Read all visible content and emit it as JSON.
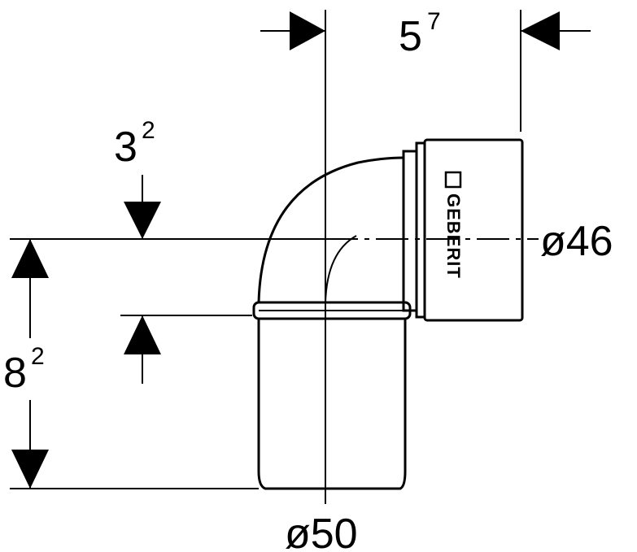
{
  "dimensions": {
    "top_offset": {
      "base": "5",
      "sup": "7"
    },
    "left_upper": {
      "base": "3",
      "sup": "2"
    },
    "left_total": {
      "base": "8",
      "sup": "2"
    },
    "right_diameter": "ø46",
    "bottom_diameter": "ø50"
  },
  "logo": {
    "text": "GEBERIT"
  },
  "colors": {
    "stroke": "#000000",
    "background": "#ffffff"
  }
}
